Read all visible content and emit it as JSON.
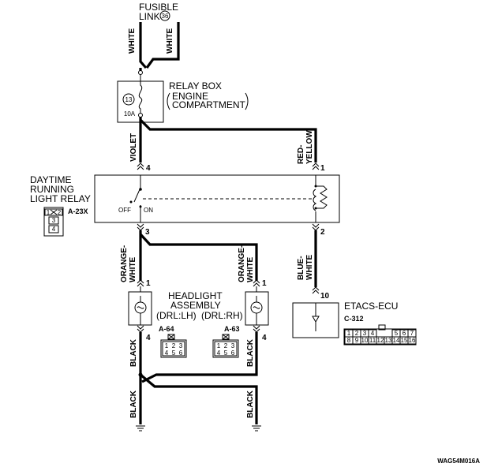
{
  "fusible_link": {
    "label": "FUSIBLE",
    "label2": "LINK",
    "number": "36"
  },
  "relay_box": {
    "title": "RELAY BOX",
    "location_line1": "ENGINE",
    "location_line2": "COMPARTMENT",
    "fuse_number": "13",
    "fuse_rating": "10A"
  },
  "drl_relay": {
    "name_line1": "DAYTIME",
    "name_line2": "RUNNING",
    "name_line3": "LIGHT RELAY",
    "connector": "A-23X",
    "off_label": "OFF",
    "on_label": "ON",
    "connector_pins": [
      "1",
      "2",
      "3",
      "4"
    ]
  },
  "headlight": {
    "title_line1": "HEADLIGHT",
    "title_line2": "ASSEMBLY",
    "lh_label": "(DRL:LH)",
    "rh_label": "(DRL:RH)",
    "lh_connector": "A-64",
    "rh_connector": "A-63",
    "connector_pins": [
      "1",
      "2",
      "3",
      "4",
      "5",
      "6"
    ]
  },
  "etacs": {
    "name": "ETACS-ECU",
    "connector": "C-312",
    "pins_row1": [
      "1",
      "2",
      "3",
      "4",
      "5",
      "6",
      "7"
    ],
    "pins_row2": [
      "8",
      "9",
      "10",
      "11",
      "12",
      "13",
      "14",
      "15",
      "16"
    ]
  },
  "wire_colors": {
    "white": "WHITE",
    "violet": "VIOLET",
    "red": "RED-",
    "yellow": "YELLOW",
    "blue": "BLUE-",
    "white2": "WHITE",
    "orange": "ORANGE-",
    "white3": "WHITE",
    "black": "BLACK"
  },
  "pins": {
    "p1": "1",
    "p2": "2",
    "p3": "3",
    "p4": "4",
    "p10": "10"
  },
  "figure_code": "WAG54M016A"
}
